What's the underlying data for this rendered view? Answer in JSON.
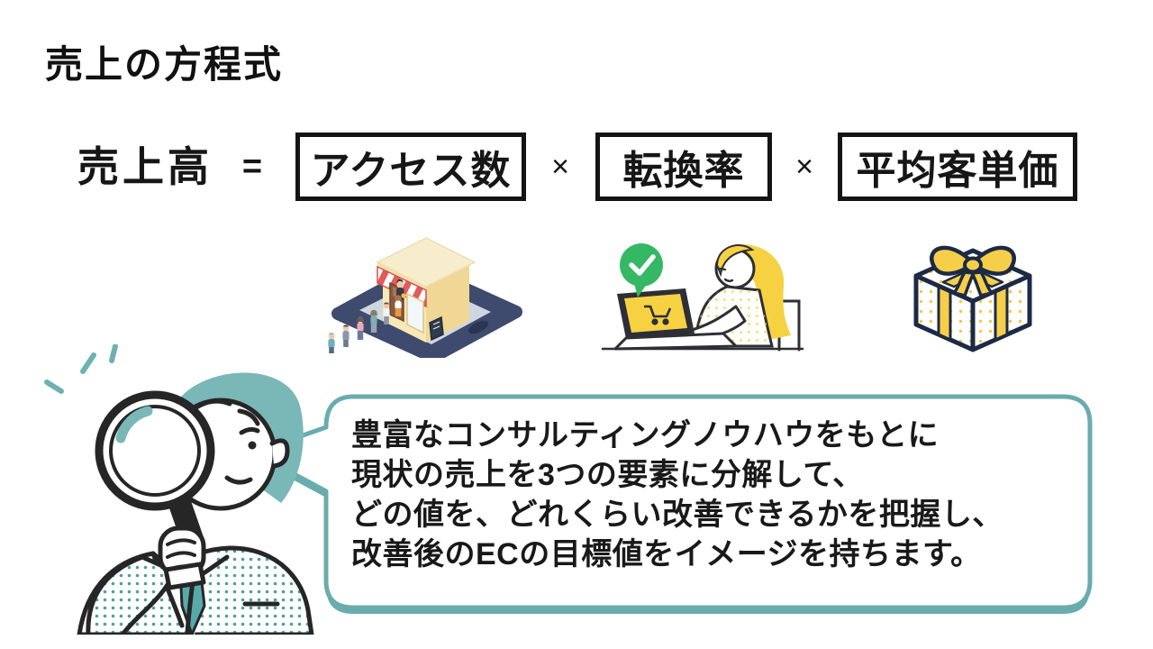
{
  "slide": {
    "title": "売上の方程式",
    "equation": {
      "result": "売上高",
      "equals": "=",
      "times": "×",
      "factors": [
        "アクセス数",
        "転換率",
        "平均客単価"
      ]
    },
    "factor_icons": [
      "storefront-on-phone-illustration",
      "shopper-laptop-check-illustration",
      "gift-box-illustration"
    ],
    "narrator_icon": "magnifier-man-illustration",
    "speech_bubble": {
      "lines": [
        "豊富なコンサルティングノウハウをもとに",
        "現状の売上を3つの要素に分解して、",
        "どの値を、どれくらい改善できるかを把握し、",
        "改善後のECの目標値をイメージを持ちます。"
      ]
    },
    "colors": {
      "accent_teal": "#6aacae",
      "teal_dot": "#4f9fa0",
      "box_border": "#141414",
      "check_green": "#35b863",
      "illustration_yellow": "#f6d243",
      "illustration_navy": "#1d2a44",
      "awning_red": "#e15b5b"
    }
  }
}
